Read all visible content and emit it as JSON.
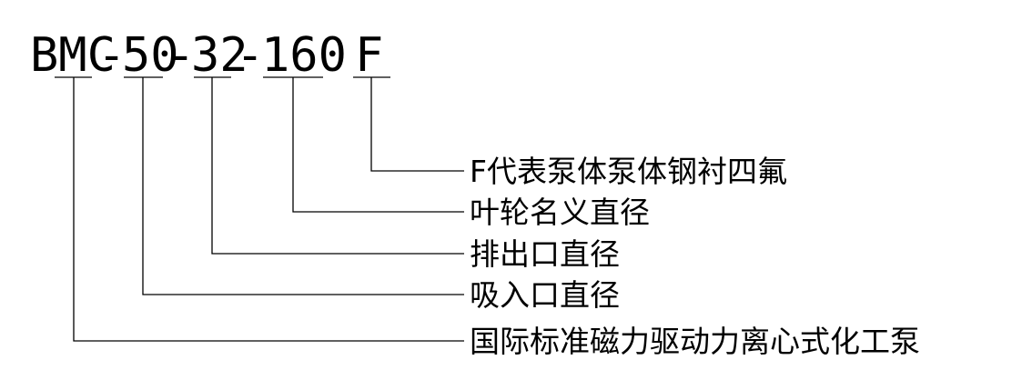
{
  "model_code": {
    "parts": [
      "BMC",
      "-",
      "50",
      "-",
      "32",
      "-",
      "160",
      "F"
    ]
  },
  "descriptions": [
    "F代表泵体泵体钢衬四氟",
    "叶轮名义直径",
    "排出口直径",
    "吸入口直径",
    "国际标准磁力驱动力离心式化工泵"
  ]
}
